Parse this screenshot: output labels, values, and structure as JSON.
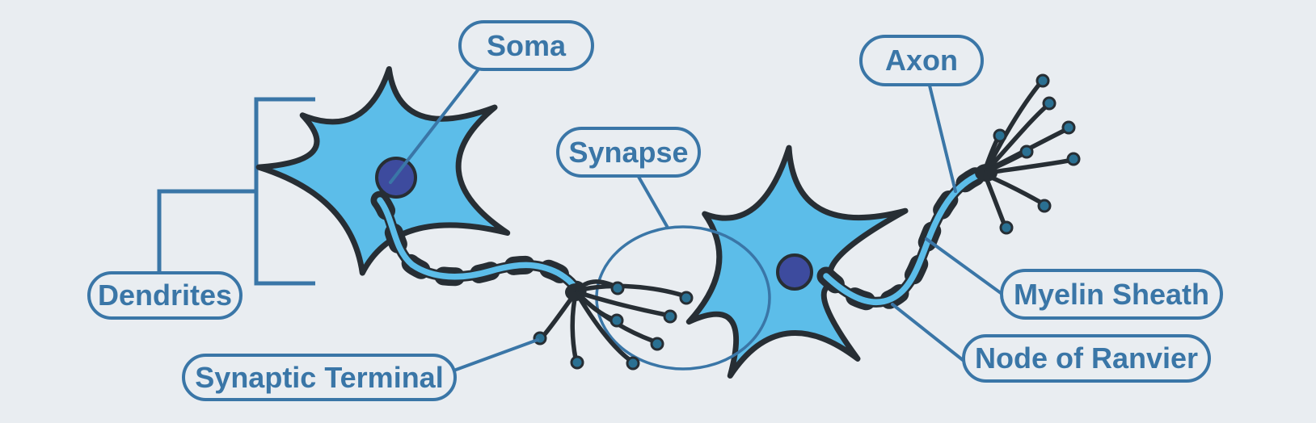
{
  "title": "Neuron anatomy diagram",
  "colors": {
    "background": "#e9edf1",
    "accent_blue": "#3a76a7",
    "outline_dark": "#272e34",
    "cell_fill": "#5cbde9",
    "nucleus_fill": "#3d4b9e",
    "terminal_dot": "#2a7092"
  },
  "labels": {
    "soma": {
      "text": "Soma"
    },
    "axon": {
      "text": "Axon"
    },
    "synapse": {
      "text": "Synapse"
    },
    "dendrites": {
      "text": "Dendrites"
    },
    "synaptic_terminal": {
      "text": "Synaptic Terminal"
    },
    "myelin_sheath": {
      "text": "Myelin Sheath"
    },
    "node_of_ranvier": {
      "text": "Node of Ranvier"
    }
  }
}
